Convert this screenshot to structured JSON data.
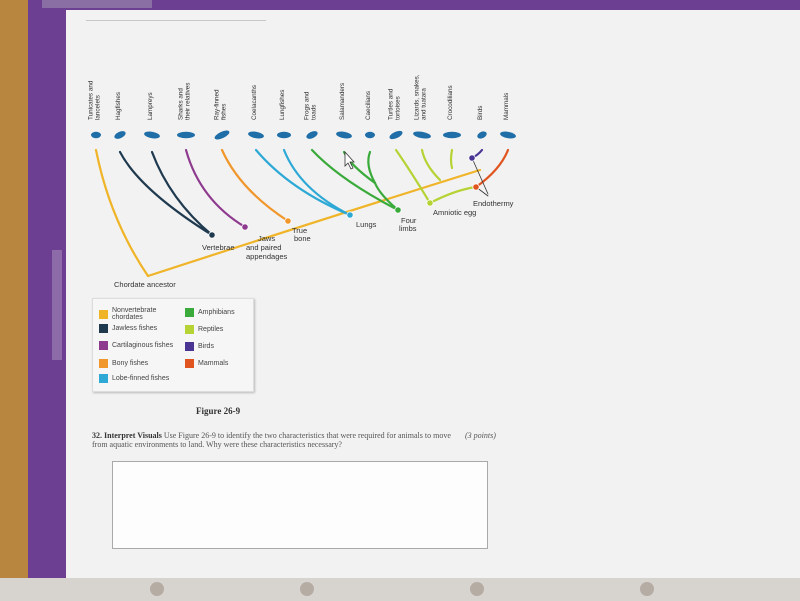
{
  "figure": {
    "taxa": [
      "Tunicates and lancelets",
      "Hagfishes",
      "Lampreys",
      "Sharks and their relatives",
      "Ray-finned fishes",
      "Coelacanths",
      "Lungfishes",
      "Frogs and toads",
      "Salamanders",
      "Caecilians",
      "Turtles and tortoises",
      "Lizards, snakes, and tuatara",
      "Crocodilians",
      "Birds",
      "Mammals"
    ],
    "nodes": {
      "chordate_ancestor": "Chordate ancestor",
      "vertebrae": "Vertebrae",
      "jaws": "Jaws and paired appendages",
      "true_bone": "True bone",
      "lungs": "Lungs",
      "four_limbs": "Four limbs",
      "amniotic_egg": "Amniotic egg",
      "endothermy": "Endothermy"
    },
    "legend": [
      {
        "label": "Nonvertebrate chordates",
        "color": "#f0b428"
      },
      {
        "label": "Jawless fishes",
        "color": "#1f3a4f"
      },
      {
        "label": "Cartilaginous fishes",
        "color": "#8e3a8e"
      },
      {
        "label": "Bony fishes",
        "color": "#f0962a"
      },
      {
        "label": "Lobe-finned fishes",
        "color": "#2ea9d6"
      },
      {
        "label": "Amphibians",
        "color": "#3aaa3a"
      },
      {
        "label": "Reptiles",
        "color": "#b5d334"
      },
      {
        "label": "Birds",
        "color": "#4a3594"
      },
      {
        "label": "Mammals",
        "color": "#e0541f"
      }
    ],
    "caption": "Figure 26-9"
  },
  "question": {
    "number": "32.",
    "title": "Interpret Visuals",
    "text": "Use Figure 26-9 to identify the two characteristics that were required for animals to move from aquatic environments to land. Why were these characteristics necessary?",
    "points": "(3 points)",
    "answer": ""
  }
}
